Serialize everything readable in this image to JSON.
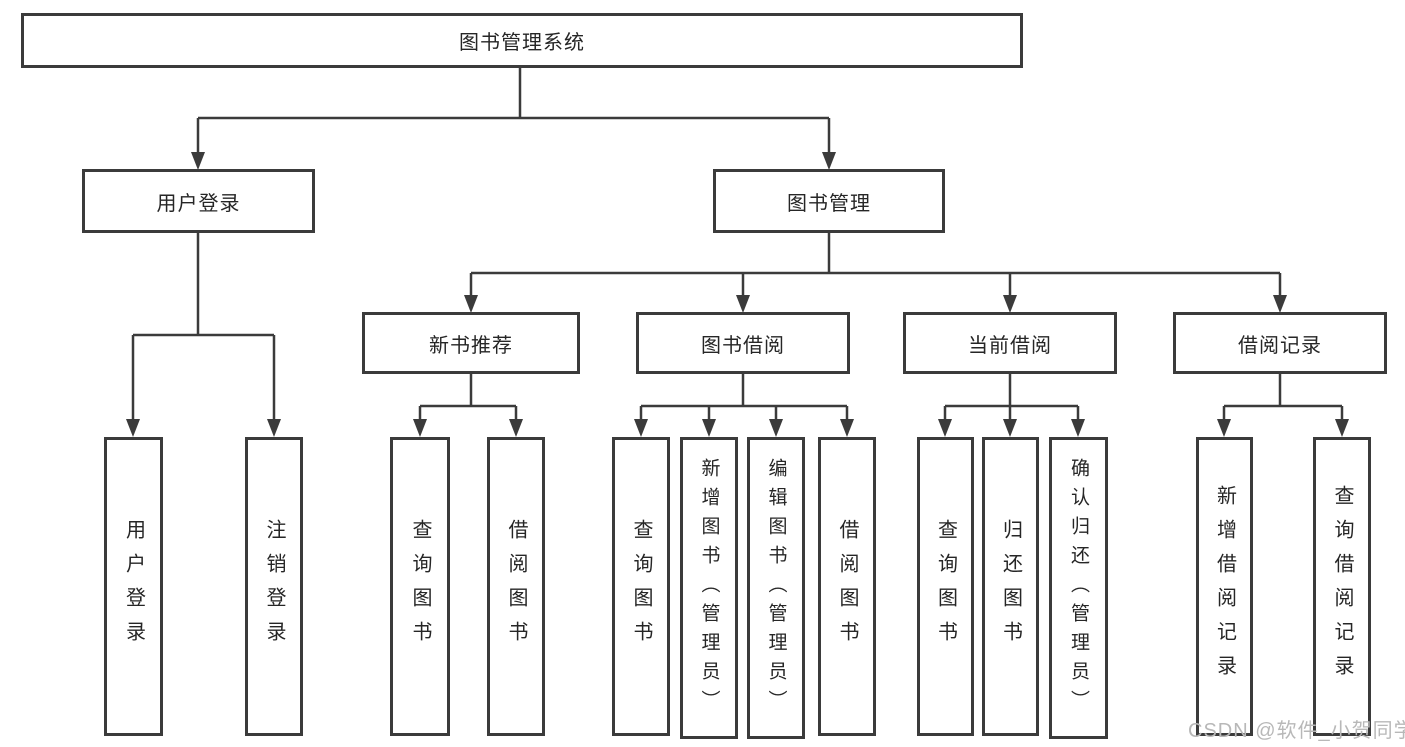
{
  "tree": {
    "root": "图书管理系统",
    "branches": [
      {
        "label": "用户登录",
        "children": [
          "用户登录",
          "注销登录"
        ]
      },
      {
        "label": "图书管理",
        "sections": [
          {
            "label": "新书推荐",
            "children": [
              "查询图书",
              "借阅图书"
            ]
          },
          {
            "label": "图书借阅",
            "children": [
              "查询图书",
              "新增图书（管理员）",
              "编辑图书（管理员）",
              "借阅图书"
            ]
          },
          {
            "label": "当前借阅",
            "children": [
              "查询图书",
              "归还图书",
              "确认归还（管理员）"
            ]
          },
          {
            "label": "借阅记录",
            "children": [
              "新增借阅记录",
              "查询借阅记录"
            ]
          }
        ]
      }
    ]
  },
  "watermark": "CSDN @软件_小贺同学",
  "colors": {
    "line": "#3b3b3b",
    "text": "#262626",
    "background": "#ffffff",
    "watermark": "#b8b8b8"
  }
}
